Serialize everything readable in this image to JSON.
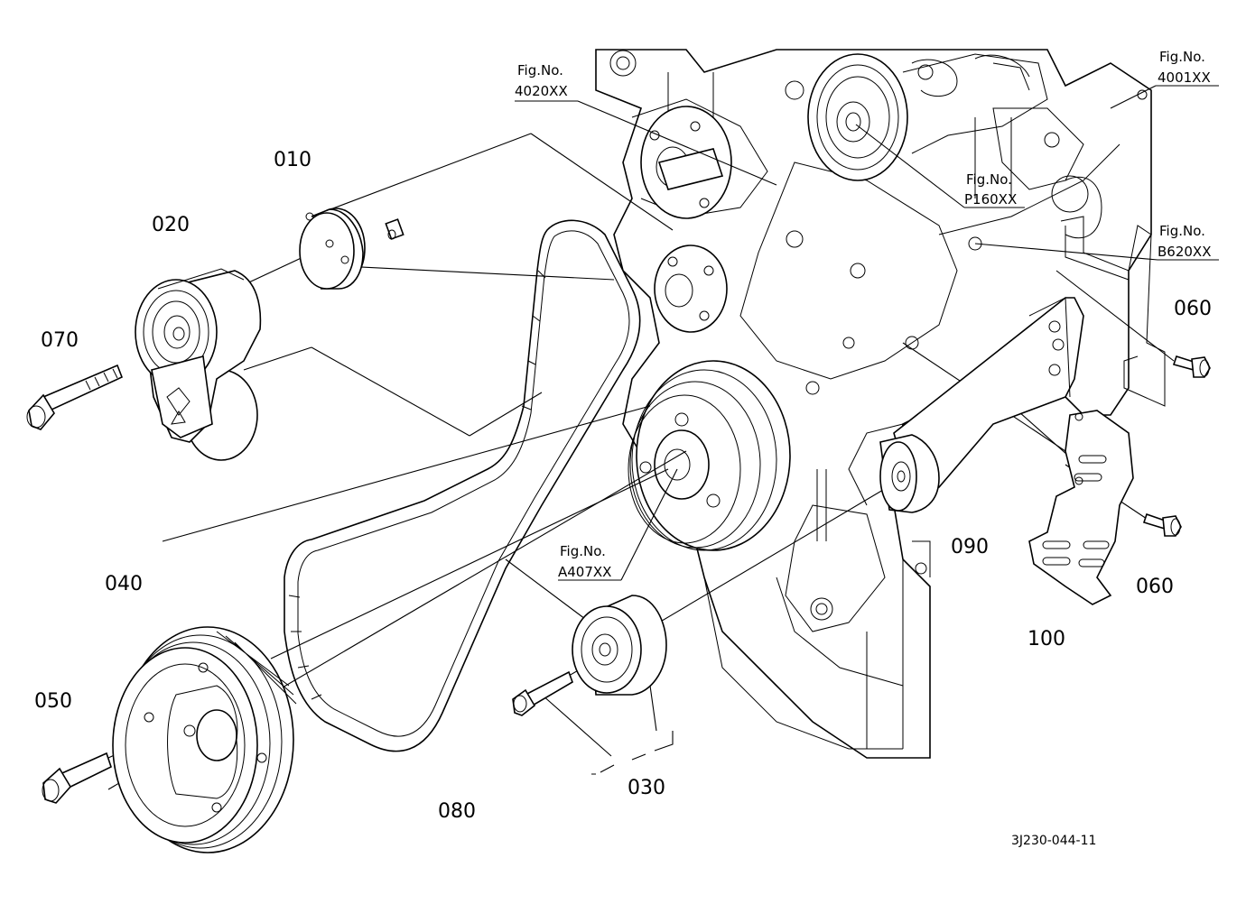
{
  "diagram": {
    "part_labels": {
      "p010": "010",
      "p020": "020",
      "p030": "030",
      "p040": "040",
      "p050": "050",
      "p060a": "060",
      "p060b": "060",
      "p070": "070",
      "p080": "080",
      "p090": "090",
      "p100": "100"
    },
    "figure_refs": [
      {
        "line1": "Fig.No.",
        "line2": "4020XX"
      },
      {
        "line1": "Fig.No.",
        "line2": "4001XX"
      },
      {
        "line1": "Fig.No.",
        "line2": "P160XX"
      },
      {
        "line1": "Fig.No.",
        "line2": "B620XX"
      },
      {
        "line1": "Fig.No.",
        "line2": "A407XX"
      }
    ],
    "drawing_code": "3J230-044-11"
  }
}
